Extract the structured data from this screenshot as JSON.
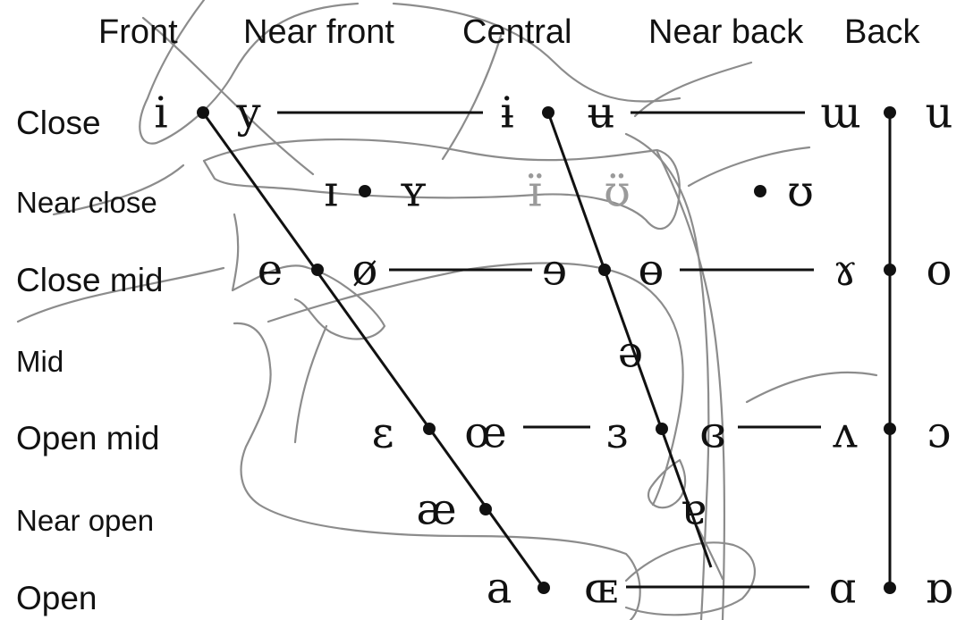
{
  "columns": {
    "front": "Front",
    "near_front": "Near front",
    "central": "Central",
    "near_back": "Near back",
    "back": "Back"
  },
  "rows": {
    "close": "Close",
    "near_close": "Near close",
    "close_mid": "Close mid",
    "mid": "Mid",
    "open_mid": "Open mid",
    "near_open": "Near open",
    "open": "Open"
  },
  "vowels": {
    "close": [
      "i",
      "y",
      "ɨ",
      "ʉ",
      "ɯ",
      "u"
    ],
    "near_close": [
      "ɪ",
      "ʏ",
      "ɪ̈",
      "ʊ̈",
      "ʊ"
    ],
    "close_mid": [
      "e",
      "ø",
      "ɘ",
      "ɵ",
      "ɤ",
      "o"
    ],
    "mid": [
      "ə"
    ],
    "open_mid": [
      "ɛ",
      "œ",
      "ɜ",
      "ɞ",
      "ʌ",
      "ɔ"
    ],
    "near_open": [
      "æ",
      "ɐ"
    ],
    "open": [
      "a",
      "ɶ",
      "ɑ",
      "ɒ"
    ]
  },
  "colors": {
    "ink": "#111111",
    "muted": "#9a9a9a",
    "sketch": "#8c8c8c"
  }
}
